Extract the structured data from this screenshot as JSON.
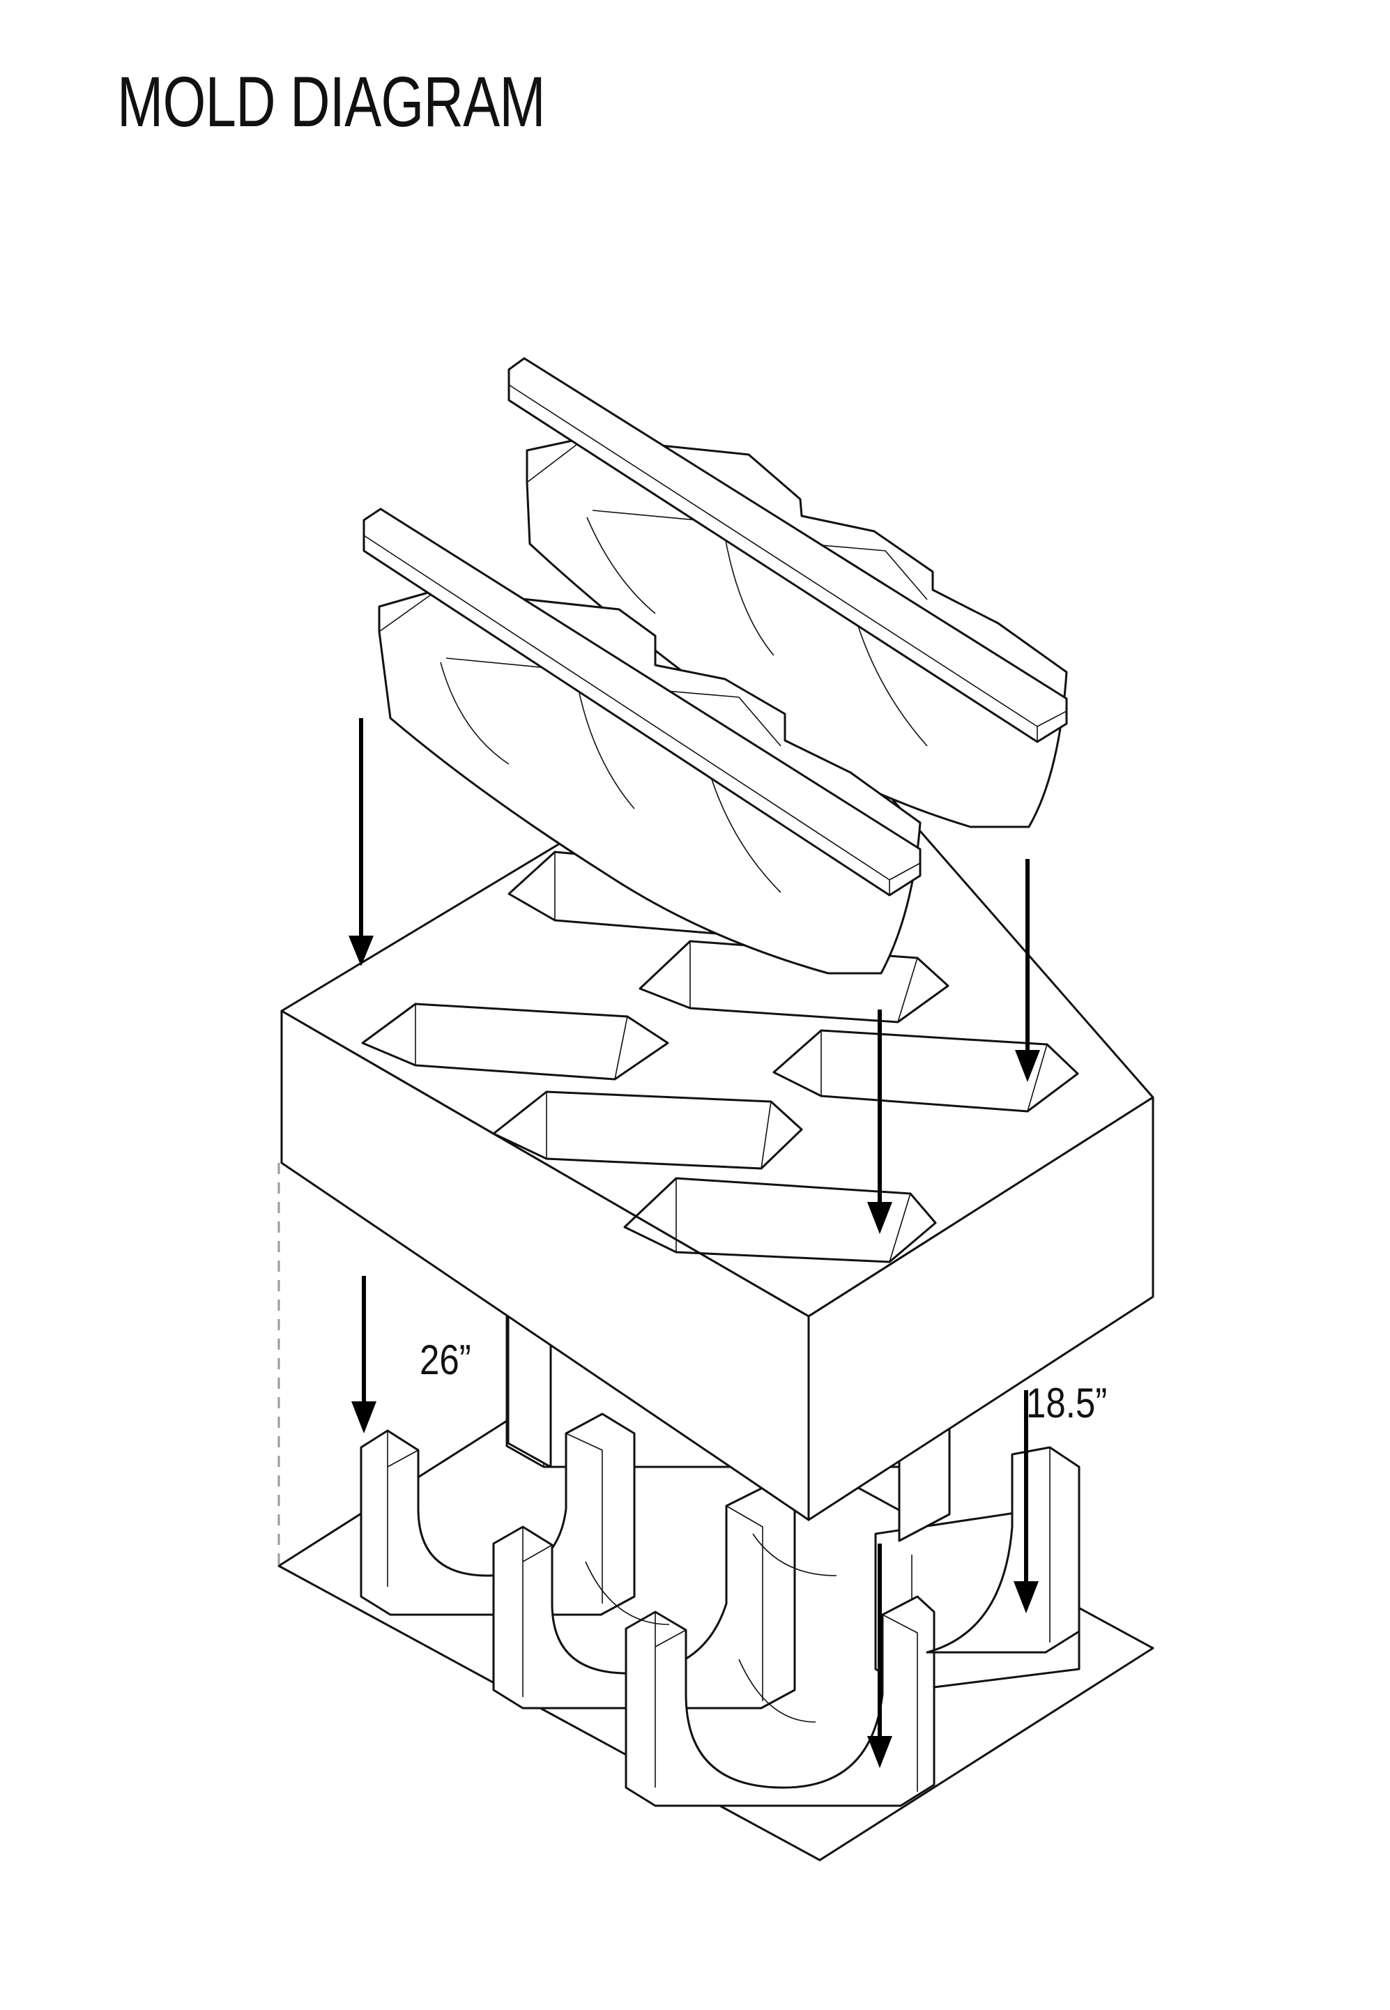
{
  "title": "MOLD DIAGRAM",
  "dimensions": {
    "length": "26”",
    "width": "18.5”"
  },
  "colors": {
    "ink": "#111111",
    "background": "#ffffff",
    "hidden_edge": "#999999"
  }
}
